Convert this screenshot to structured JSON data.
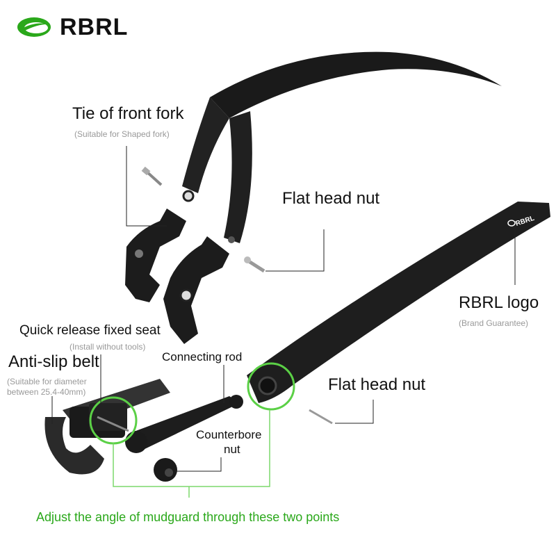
{
  "brand": {
    "name": "RBRL",
    "accent": "#2aa81a"
  },
  "labels": {
    "tie_front_fork": "Tie of front fork",
    "tie_front_fork_sub": "(Suitable for Shaped fork)",
    "flat_head_nut_1": "Flat head nut",
    "rbrl_logo": "RBRL logo",
    "rbrl_logo_sub": "(Brand Guarantee)",
    "quick_release": "Quick release fixed seat",
    "quick_release_sub": "(Install without tools)",
    "anti_slip_belt": "Anti-slip belt",
    "anti_slip_sub_1": "(Suitable for diameter",
    "anti_slip_sub_2": "between 25.4-40mm)",
    "connecting_rod": "Connecting rod",
    "flat_head_nut_2": "Flat head nut",
    "counterbore_1": "Counterbore",
    "counterbore_2": "nut",
    "adjust_note": "Adjust the angle of mudguard through these two points"
  },
  "fender_logo_text": "RBRL"
}
